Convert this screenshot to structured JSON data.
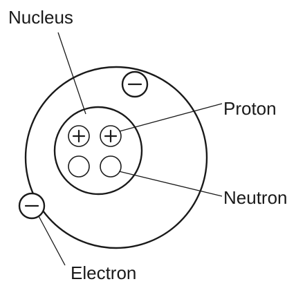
{
  "diagram": {
    "labels": {
      "nucleus": "Nucleus",
      "proton": "Proton",
      "neutron": "Neutron",
      "electron": "Electron"
    },
    "colors": {
      "ink": "#1a1a1a",
      "background": "#ffffff"
    },
    "particles": {
      "protons": 2,
      "neutrons": 2,
      "electrons": 2
    }
  }
}
